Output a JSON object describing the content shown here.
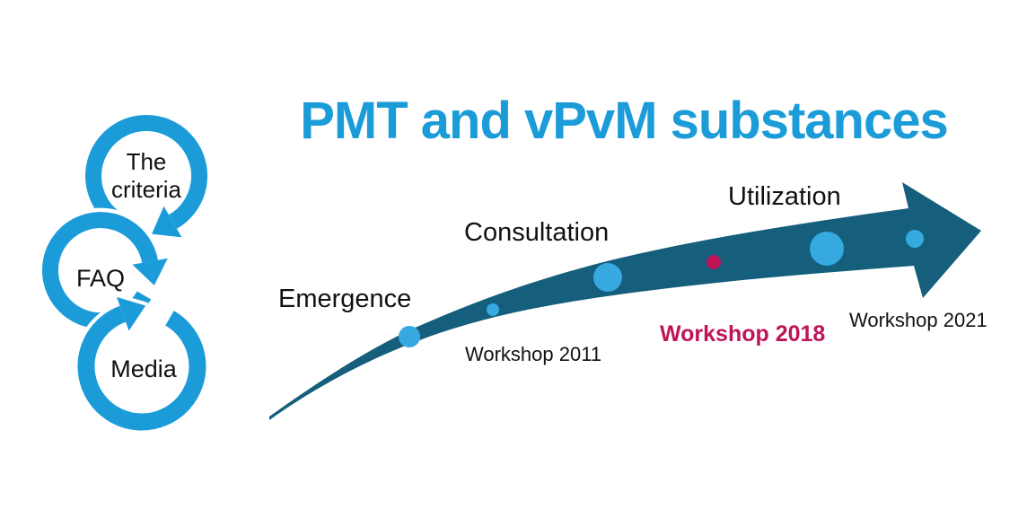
{
  "title": "PMT and vPvM substances",
  "colors": {
    "title_blue": "#1B9CD9",
    "cycle_blue": "#1B9CD9",
    "arrow_teal": "#155E7C",
    "dot_blue": "#36A9E1",
    "highlight_crimson": "#C01459"
  },
  "cycle": {
    "items": [
      {
        "label": "The criteria"
      },
      {
        "label": "FAQ"
      },
      {
        "label": "Media"
      }
    ]
  },
  "timeline": {
    "phases": [
      {
        "label": "Emergence"
      },
      {
        "label": "Consultation"
      },
      {
        "label": "Utilization"
      }
    ],
    "milestones": [
      {
        "label": "Workshop 2011",
        "highlighted": false
      },
      {
        "label": "Workshop 2018",
        "highlighted": true
      },
      {
        "label": "Workshop 2021",
        "highlighted": false
      }
    ]
  }
}
